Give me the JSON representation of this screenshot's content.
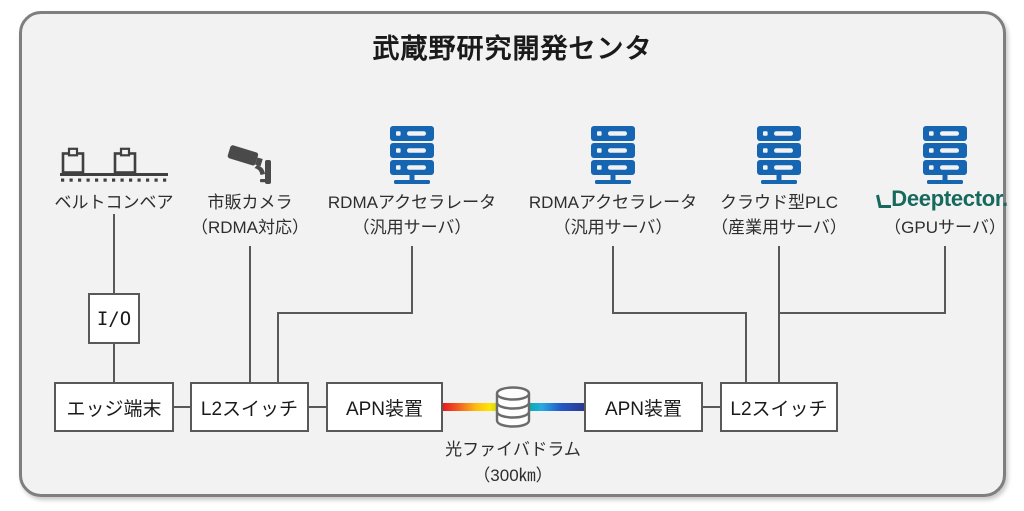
{
  "title": "武蔵野研究開発センタ",
  "devices": [
    {
      "name": "ベルトコンベア",
      "sub": "",
      "icon": "conveyor-icon"
    },
    {
      "name": "市販カメラ",
      "sub": "（RDMA対応）",
      "icon": "cctv-camera-icon"
    },
    {
      "name": "RDMAアクセラレータ",
      "sub": "（汎用サーバ）",
      "icon": "server-icon"
    },
    {
      "name": "RDMAアクセラレータ",
      "sub": "（汎用サーバ）",
      "icon": "server-icon"
    },
    {
      "name": "クラウド型PLC",
      "sub": "（産業用サーバ）",
      "icon": "server-icon"
    },
    {
      "name": "Deeptector.",
      "sub": "（GPUサーバ）",
      "icon": "server-icon"
    }
  ],
  "boxes": {
    "io": "I/O",
    "edge_terminal": "エッジ端末",
    "l2_switch_left": "L2スイッチ",
    "apn_left": "APN装置",
    "apn_right": "APN装置",
    "l2_switch_right": "L2スイッチ"
  },
  "fiber": {
    "name": "光ファイバドラム",
    "length": "（300㎞）",
    "icon": "fiber-drum-icon"
  },
  "colors": {
    "server_blue": "#1565b3",
    "deeptector_green": "#17695e",
    "line_gray": "#595959",
    "frame_border": "#7f7f7f",
    "frame_bg": "#f2f2f2",
    "fiber_gradient": [
      "#e8191f",
      "#f26522",
      "#ffe400",
      "#8bc53f",
      "#00a99d",
      "#27aae1",
      "#2b3990"
    ]
  }
}
